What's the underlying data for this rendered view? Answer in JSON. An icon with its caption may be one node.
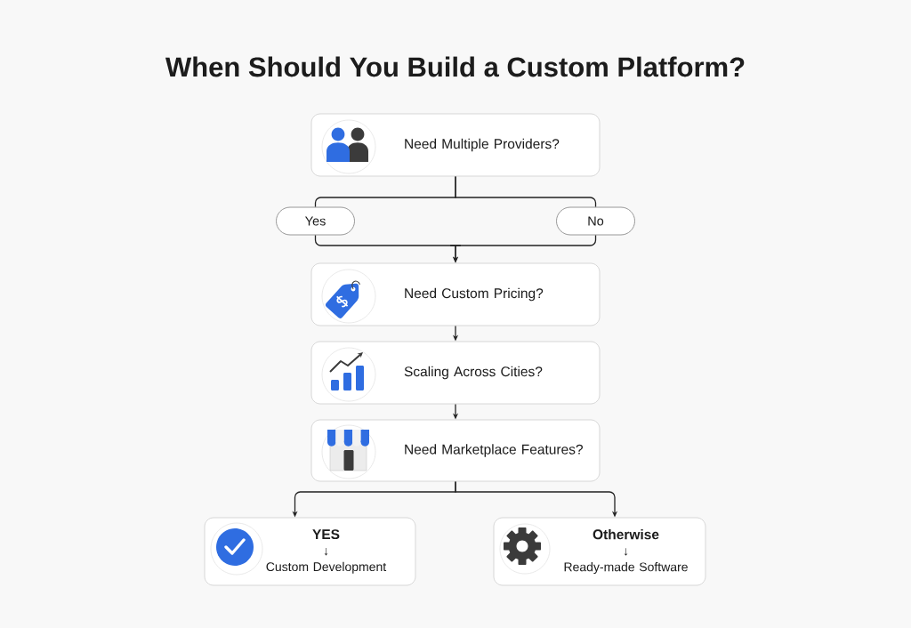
{
  "diagram": {
    "title": "When Should You Build a Custom Platform?",
    "nodes": [
      {
        "text": [
          "Need Multiple Providers?"
        ]
      },
      {
        "text": [
          "Yes"
        ]
      },
      {
        "text": [
          "No"
        ]
      },
      {
        "text": [
          "Need Custom Pricing?"
        ]
      },
      {
        "text": [
          "Scaling Across Cities?"
        ]
      },
      {
        "text": [
          "Need Marketplace Features?"
        ]
      },
      {
        "text": [
          "YES",
          "↓",
          "Custom Development"
        ]
      },
      {
        "text": [
          "Otherwise",
          "↓",
          "Ready-made Software"
        ]
      }
    ],
    "edges": [
      {
        "from": 0,
        "to": 1,
        "arrow": "none"
      },
      {
        "from": 0,
        "to": 2,
        "arrow": "none"
      },
      {
        "from": 1,
        "to": 3,
        "arrow": "to"
      },
      {
        "from": 2,
        "to": 3,
        "arrow": "to"
      },
      {
        "from": 3,
        "to": 4,
        "arrow": "to"
      },
      {
        "from": 4,
        "to": 5,
        "arrow": "to"
      },
      {
        "from": 5,
        "to": 6,
        "arrow": "to"
      },
      {
        "from": 5,
        "to": 7,
        "arrow": "to"
      }
    ]
  }
}
